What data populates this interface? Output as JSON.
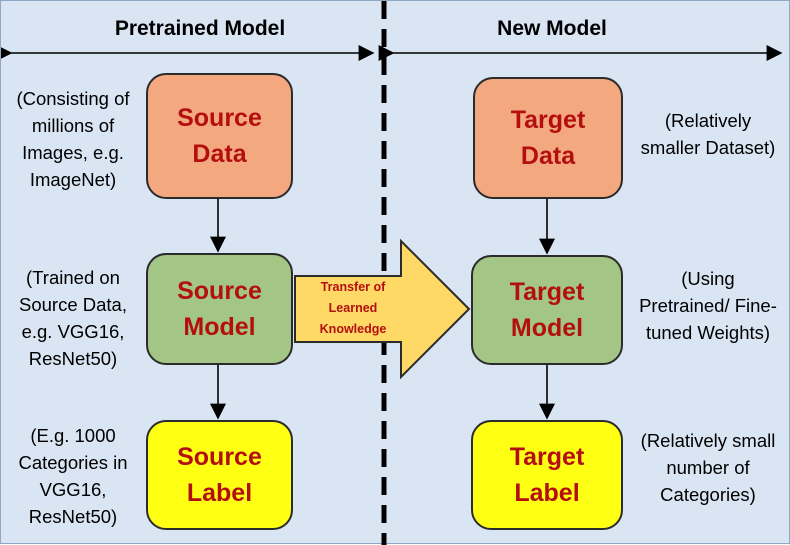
{
  "headers": {
    "left": "Pretrained Model",
    "right": "New Model"
  },
  "source": {
    "data": [
      "Source",
      "Data"
    ],
    "model": [
      "Source",
      "Model"
    ],
    "label": [
      "Source",
      "Label"
    ]
  },
  "target": {
    "data": [
      "Target",
      "Data"
    ],
    "model": [
      "Target",
      "Model"
    ],
    "label": [
      "Target",
      "Label"
    ]
  },
  "transfer_arrow": [
    "Transfer of",
    "Learned",
    "Knowledge"
  ],
  "notes": {
    "source_data": [
      "(Consisting of",
      "millions of",
      "Images, e.g.",
      "ImageNet)"
    ],
    "source_model": [
      "(Trained on",
      "Source Data,",
      "e.g. VGG16,",
      "ResNet50)"
    ],
    "source_label": [
      "(E.g. 1000",
      "Categories in",
      "VGG16,",
      "ResNet50)"
    ],
    "target_data": [
      "(Relatively",
      "smaller Dataset)"
    ],
    "target_model": [
      "(Using",
      "Pretrained/ Fine-",
      "tuned Weights)"
    ],
    "target_label": [
      "(Relatively small",
      "number of",
      "Categories)"
    ]
  },
  "colors": {
    "background": "#d9e5f3",
    "data_box": "#f4a880",
    "model_box": "#a3c585",
    "label_box": "#ffff14",
    "box_text": "#b40f0f",
    "transfer_arrow_fill": "#ffd966"
  }
}
